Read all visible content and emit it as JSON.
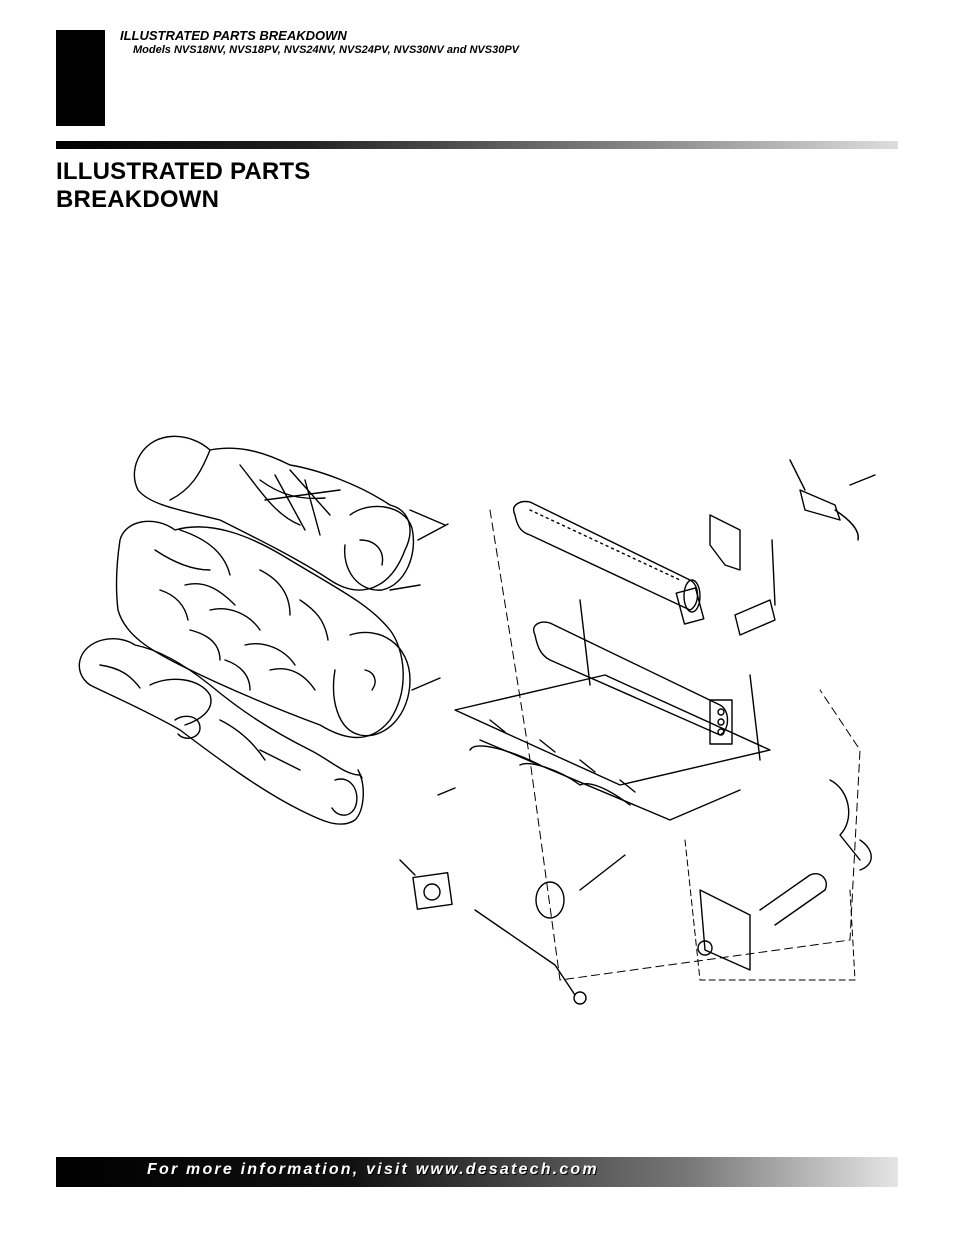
{
  "header": {
    "title": "ILLUSTRATED PARTS BREAKDOWN",
    "models": "Models NVS18NV, NVS18PV, NVS24NV, NVS24PV, NVS30NV and NVS30PV"
  },
  "section": {
    "heading_line1": "ILLUSTRATED PARTS",
    "heading_line2": "BREAKDOWN"
  },
  "footer": {
    "text": "For more information, visit www.desatech.com"
  }
}
